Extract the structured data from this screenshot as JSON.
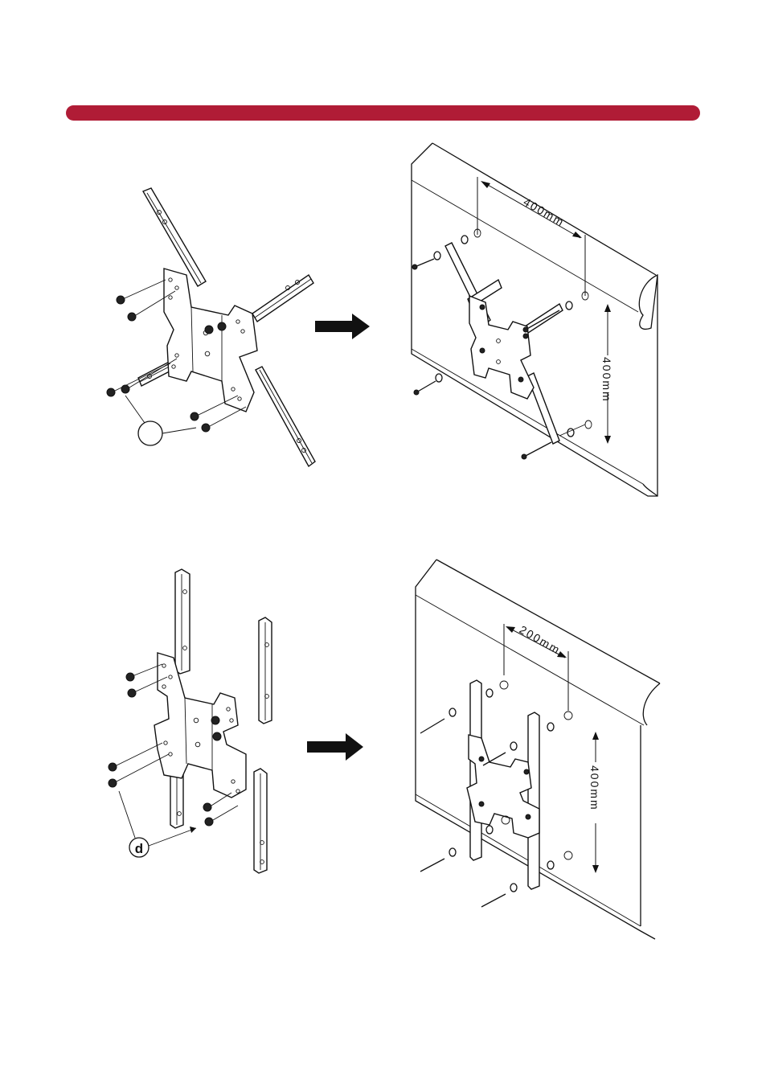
{
  "colors": {
    "header_bar": "#b01c36",
    "ink": "#111111"
  },
  "top_diagram": {
    "horizontal_dimension": "400mm",
    "vertical_dimension": "400mm"
  },
  "bottom_diagram": {
    "callout_letter": "d",
    "horizontal_dimension": "200mm",
    "vertical_dimension": "400mm"
  },
  "icons": [
    "right-arrow-icon",
    "screw-icon",
    "washer-icon",
    "bracket-icon"
  ]
}
